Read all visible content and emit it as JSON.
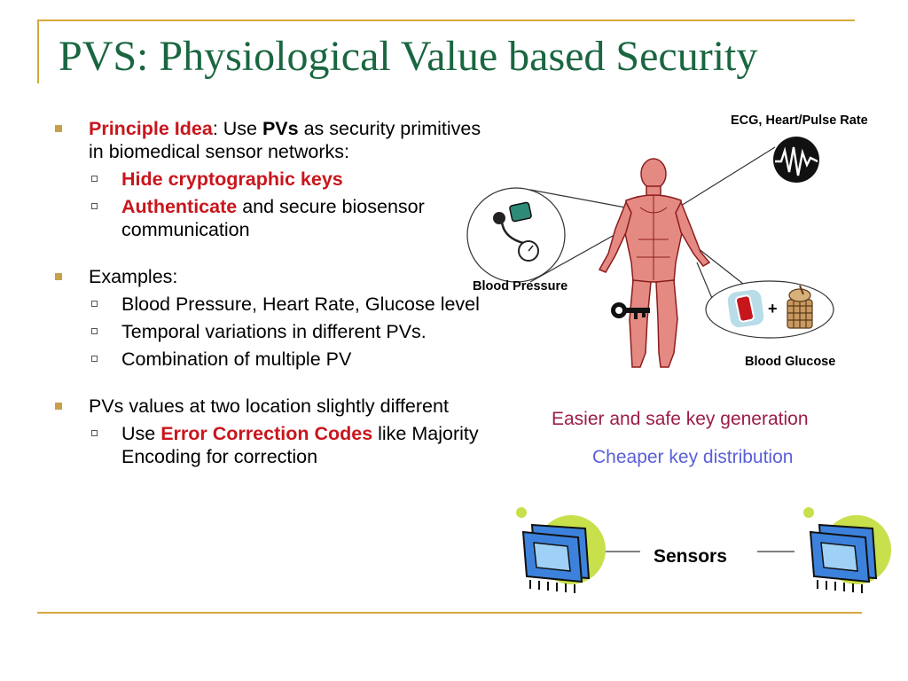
{
  "slide": {
    "title": "PVS: Physiological Value based Security"
  },
  "bullets": {
    "principle": {
      "label": "Principle Idea",
      "text1": ": Use ",
      "pvs": "PVs",
      "text2": " as security primitives in biomedical sensor networks:",
      "sub1": "Hide cryptographic keys",
      "sub2_label": "Authenticate",
      "sub2_text": " and secure biosensor communication"
    },
    "examples": {
      "label": "Examples:",
      "items": [
        "Blood Pressure, Heart Rate, Glucose level",
        "Temporal variations in different PVs.",
        "Combination of multiple PV"
      ]
    },
    "location": {
      "text": "PVs values at two location slightly different",
      "sub_pre": "Use ",
      "sub_red": "Error Correction Codes",
      "sub_post": " like Majority Encoding for correction"
    }
  },
  "diagram": {
    "ecg_label": "ECG, Heart/Pulse Rate",
    "bp_label": "Blood Pressure",
    "glucose_label": "Blood Glucose",
    "plus": "+",
    "note1": "Easier and safe key generation",
    "note2": "Cheaper key distribution",
    "sensors_label": "Sensors"
  },
  "colors": {
    "title": "#1a6640",
    "accent_red": "#c8161d",
    "note1": "#9c1c4a",
    "note2": "#5a60d8",
    "frame": "#d4a93c",
    "bullet": "#c8a04a",
    "sensor_chip": "#3c82dc",
    "sensor_halo": "#c7e04b"
  },
  "icons": [
    "human-body-icon",
    "ecg-icon",
    "blood-pressure-cuff-icon",
    "key-icon",
    "glucose-vial-icon",
    "food-basket-icon",
    "sensor-chip-icon"
  ]
}
